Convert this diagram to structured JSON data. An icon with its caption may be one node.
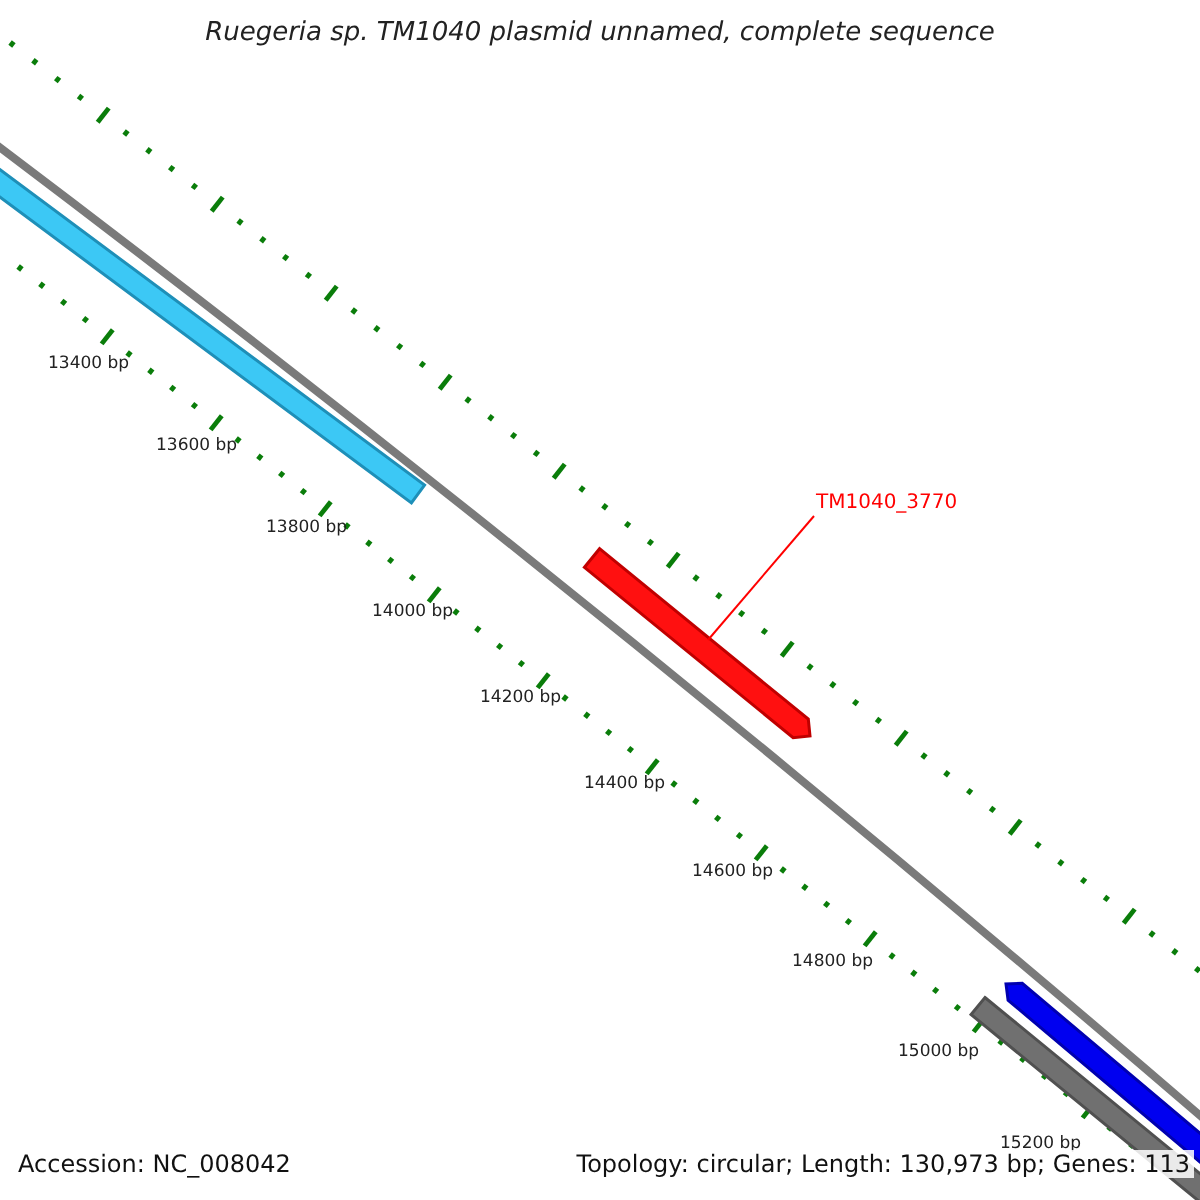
{
  "diagram": {
    "title": "Ruegeria sp. TM1040 plasmid unnamed, complete sequence",
    "nodes": [
      {
        "text": [
          "TM1040_3770"
        ]
      },
      {
        "text": [],
        "shape": "bar"
      }
    ],
    "edges": [
      {
        "from": 0,
        "to": 1,
        "arrow": "none",
        "color": "#ff0000"
      }
    ],
    "labels": [
      "13400 bp",
      "13600 bp",
      "13800 bp",
      "14000 bp",
      "14200 bp",
      "14400 bp",
      "14600 bp",
      "14800 bp",
      "15000 bp",
      "15200 bp",
      "Accession: NC_008042",
      "Topology: circular; Length: 130,973 bp; Genes: 113"
    ]
  }
}
